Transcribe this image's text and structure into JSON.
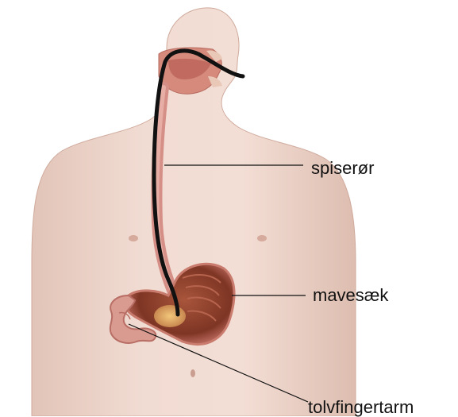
{
  "labels": {
    "esophagus": "spiserør",
    "stomach": "mavesæk",
    "duodenum": "tolvfingertarm"
  },
  "colors": {
    "background": "#ffffff",
    "skin": "#efd8cf",
    "skin_shadow": "#dcbcb0",
    "tissue": "#d98c86",
    "stomach_inner": "#8a3e2a",
    "scope": "#111111",
    "leader_line": "#111111"
  }
}
